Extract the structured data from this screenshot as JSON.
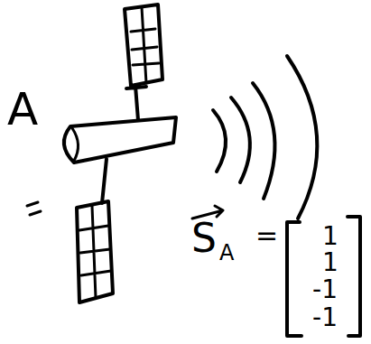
{
  "diagram": {
    "labels": [
      "A",
      "S",
      "A",
      "=",
      "1",
      "1",
      "-1",
      "-1"
    ]
  }
}
